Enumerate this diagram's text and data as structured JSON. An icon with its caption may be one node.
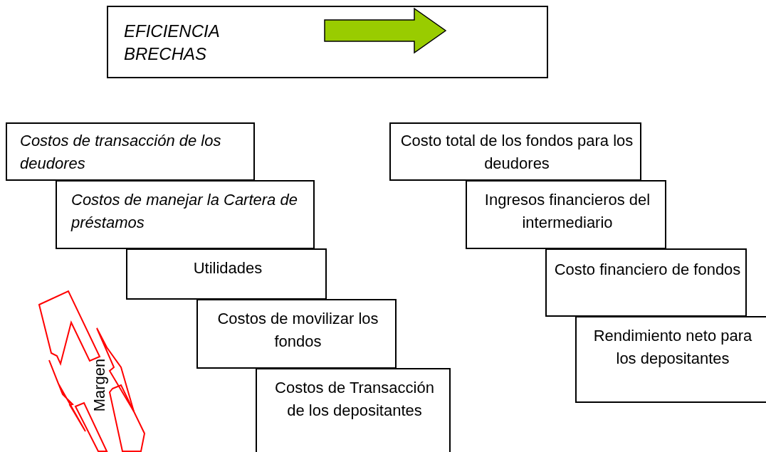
{
  "diagram": {
    "nodes": [
      {
        "text": [
          "EFICIENCIA BRECHAS"
        ]
      },
      {
        "text": [
          "Costos de transacción de los deudores"
        ]
      },
      {
        "text": [
          "Costos de manejar la Cartera de préstamos"
        ]
      },
      {
        "text": [
          "Utilidades"
        ]
      },
      {
        "text": [
          "Costos de movilizar los fondos"
        ]
      },
      {
        "text": [
          "Costos de Transacción de los depositantes"
        ]
      },
      {
        "text": [
          "Costo total de los fondos para los deudores"
        ]
      },
      {
        "text": [
          "Ingresos financieros del intermediario"
        ]
      },
      {
        "text": [
          "Costo financiero de fondos"
        ]
      },
      {
        "text": [
          "Rendimiento neto para los depositantes"
        ]
      }
    ],
    "labels": [
      "Margen"
    ]
  }
}
